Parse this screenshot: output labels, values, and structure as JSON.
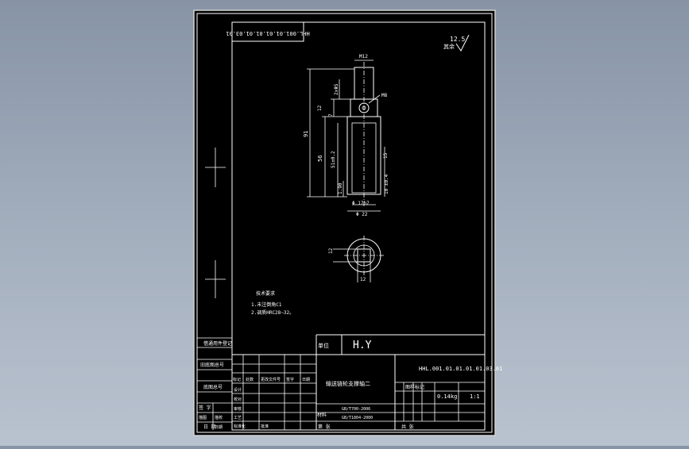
{
  "drawing": {
    "code_rotated": "HHL.001.01.01.01.01.03.01",
    "code": "HHL.001.01.01.01.01.03.01",
    "roughness": "12.5",
    "roughness_label": "其余",
    "tech_req_title": "技术要求",
    "tech_req_lines": [
      "1.未注倒角C1",
      "2.调质HRC28~32。"
    ],
    "mark_left_top": "借通用件登记",
    "mark_left_mid": "旧底图总号",
    "mark_left_low": "底图总号",
    "mark_sign": "签 字",
    "mark_date": "日 期",
    "company": "H.Y",
    "company_label": "单位",
    "part_name": "输送链轮支撑轴二",
    "material_label": "图样标记",
    "mass": "0.14kg",
    "scale": "1:1",
    "sheet_label": "共 张",
    "sheet_of": "第 张",
    "standard_1": "GB/T700-2006",
    "standard_2": "GB/T1804-2000",
    "material_prefix": "材料",
    "row_labels": [
      "标记",
      "处数",
      "更改文件号",
      "签字",
      "日期"
    ],
    "design_labels": [
      "设计",
      "校对",
      "审核",
      "工艺",
      "标准化",
      "批准"
    ],
    "bottom_labels": [
      "描图",
      "描校",
      "日期"
    ]
  },
  "dimensions": {
    "m12": "M12",
    "phi5": "2xΦ5",
    "m8": "M8",
    "d12": "12",
    "d7": "7",
    "d91": "91",
    "d56": "56",
    "d51": "51±0.2",
    "d190": "1.90",
    "d15": "15",
    "d10": "10 ±0.4",
    "phi17": "Φ 17h7",
    "phi22": "Φ 22",
    "sq12a": "12",
    "sq12b": "12"
  }
}
